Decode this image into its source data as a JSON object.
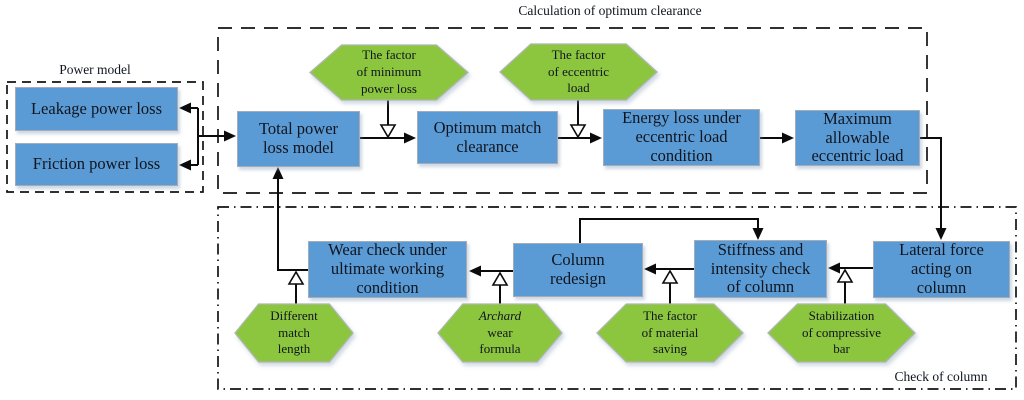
{
  "colors": {
    "box_fill": "#5B9BD5",
    "box_border": "#A6ACB5",
    "hex_fill": "#8CC63F",
    "hex_border": "#AEB6AE",
    "line": "#0B0B0B",
    "text": "#10151F"
  },
  "groups": {
    "power_model": {
      "label": "Power model"
    },
    "calculation": {
      "label": "Calculation of optimum clearance"
    },
    "check_column": {
      "label": "Check of column"
    }
  },
  "boxes": {
    "leakage": {
      "lines": [
        "Leakage power loss"
      ]
    },
    "friction": {
      "lines": [
        "Friction power loss"
      ]
    },
    "total_power": {
      "lines": [
        "Total power",
        "loss model"
      ]
    },
    "optimum_match": {
      "lines": [
        "Optimum match",
        "clearance"
      ]
    },
    "energy_loss": {
      "lines": [
        "Energy loss under",
        "eccentric load",
        "condition"
      ]
    },
    "max_eccentric": {
      "lines": [
        "Maximum",
        "allowable",
        "eccentric load"
      ]
    },
    "wear_check": {
      "lines": [
        "Wear check under",
        "ultimate working",
        "condition"
      ]
    },
    "column_redesign": {
      "lines": [
        "Column",
        "redesign"
      ]
    },
    "stiffness_check": {
      "lines": [
        "Stiffness and",
        "intensity check",
        "of column"
      ]
    },
    "lateral_force": {
      "lines": [
        "Lateral force",
        "acting on",
        "column"
      ]
    }
  },
  "hexagons": {
    "min_power": {
      "lines": [
        "The factor",
        "of minimum",
        "power loss"
      ]
    },
    "eccentric_load": {
      "lines": [
        "The factor",
        "of eccentric",
        "load"
      ]
    },
    "different_match": {
      "lines": [
        "Different",
        "match",
        "length"
      ]
    },
    "archard": {
      "lines": [
        "Archard",
        "wear",
        "formula"
      ]
    },
    "material_saving": {
      "lines": [
        "The factor",
        "of material",
        "saving"
      ]
    },
    "stabilization": {
      "lines": [
        "Stabilization",
        "of compressive",
        "bar"
      ]
    }
  }
}
